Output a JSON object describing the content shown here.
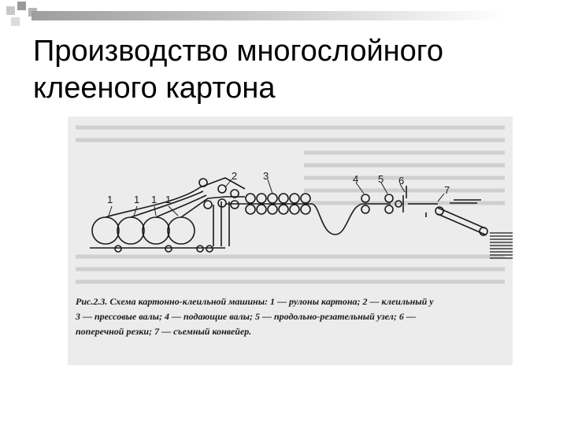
{
  "slide": {
    "title_lines": [
      "Производство многослойного",
      "клееного картона"
    ]
  },
  "figure": {
    "labels": {
      "rolls": [
        "1",
        "1",
        "1",
        "1"
      ],
      "glue": "2",
      "press": "3",
      "feed": "4",
      "slitter": "5",
      "cutter": "6",
      "conveyor": "7"
    },
    "caption_lines": [
      "Рис.2.3. Схема картонно-клеильной машины: 1 — рулоны картона; 2 — клеильный у",
      "3 — прессовые валы; 4 — подающие валы; 5 — продольно-резательный узел; 6 —",
      "поперечной резки; 7 — съемный конвейер."
    ]
  },
  "colors": {
    "title": "#000000",
    "figure_bg": "#ececec",
    "line": "#1a1a1a",
    "gradient_dark": "#9e9e9e"
  }
}
